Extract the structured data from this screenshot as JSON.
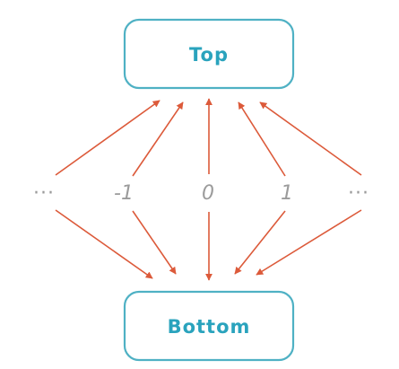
{
  "nodes": {
    "top": "Top",
    "bottom": "Bottom"
  },
  "levels": {
    "left_ellipsis": "···",
    "minus_one": "-1",
    "zero": "0",
    "plus_one": "1",
    "right_ellipsis": "···"
  },
  "colors": {
    "node_border": "#4fb1c4",
    "node_text": "#2aa3bd",
    "arrow": "#dc5a3a",
    "level_text": "#9b9b9b"
  }
}
